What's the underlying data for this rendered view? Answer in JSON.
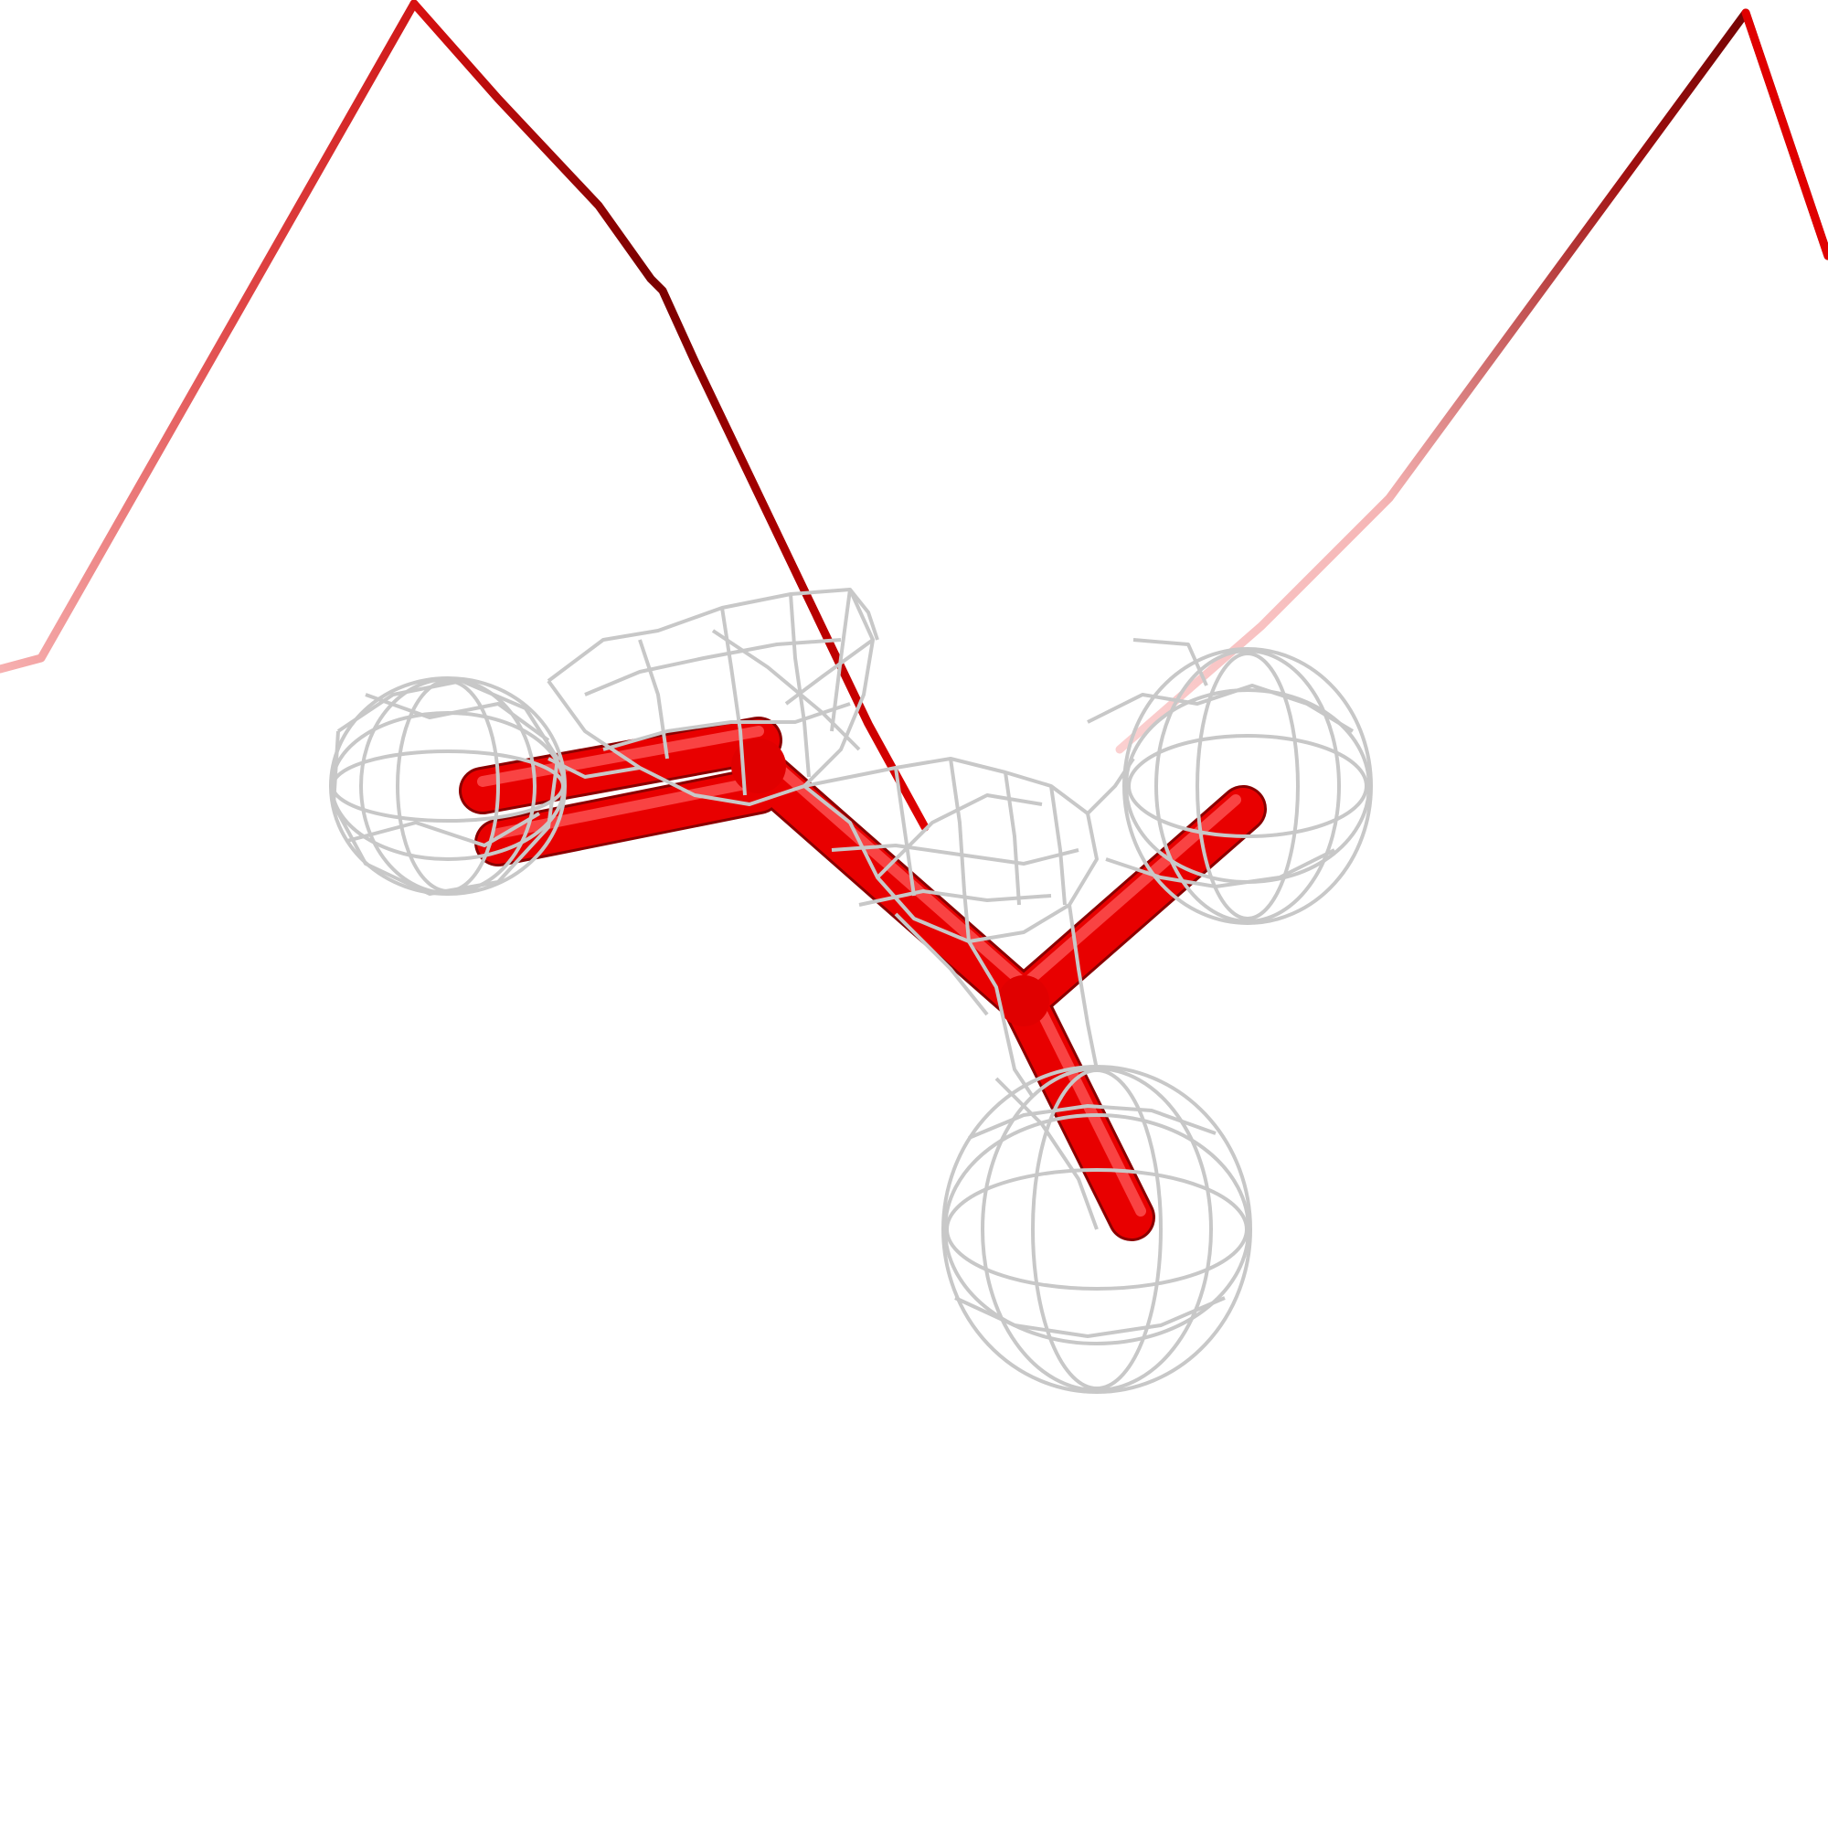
{
  "scene": {
    "background": "#ffffff",
    "colors": {
      "backbone_light": "#f6b0b0",
      "backbone_mid": "#e23a3a",
      "backbone_dark": "#7a0000",
      "ligand": "#e00000",
      "ligand_highlight": "#ff5a5a",
      "ligand_shadow": "#9a0000",
      "mesh": "#c8c8c8"
    },
    "elements": [
      "backbone-trace",
      "ligand-sticks",
      "electron-density-mesh"
    ]
  }
}
